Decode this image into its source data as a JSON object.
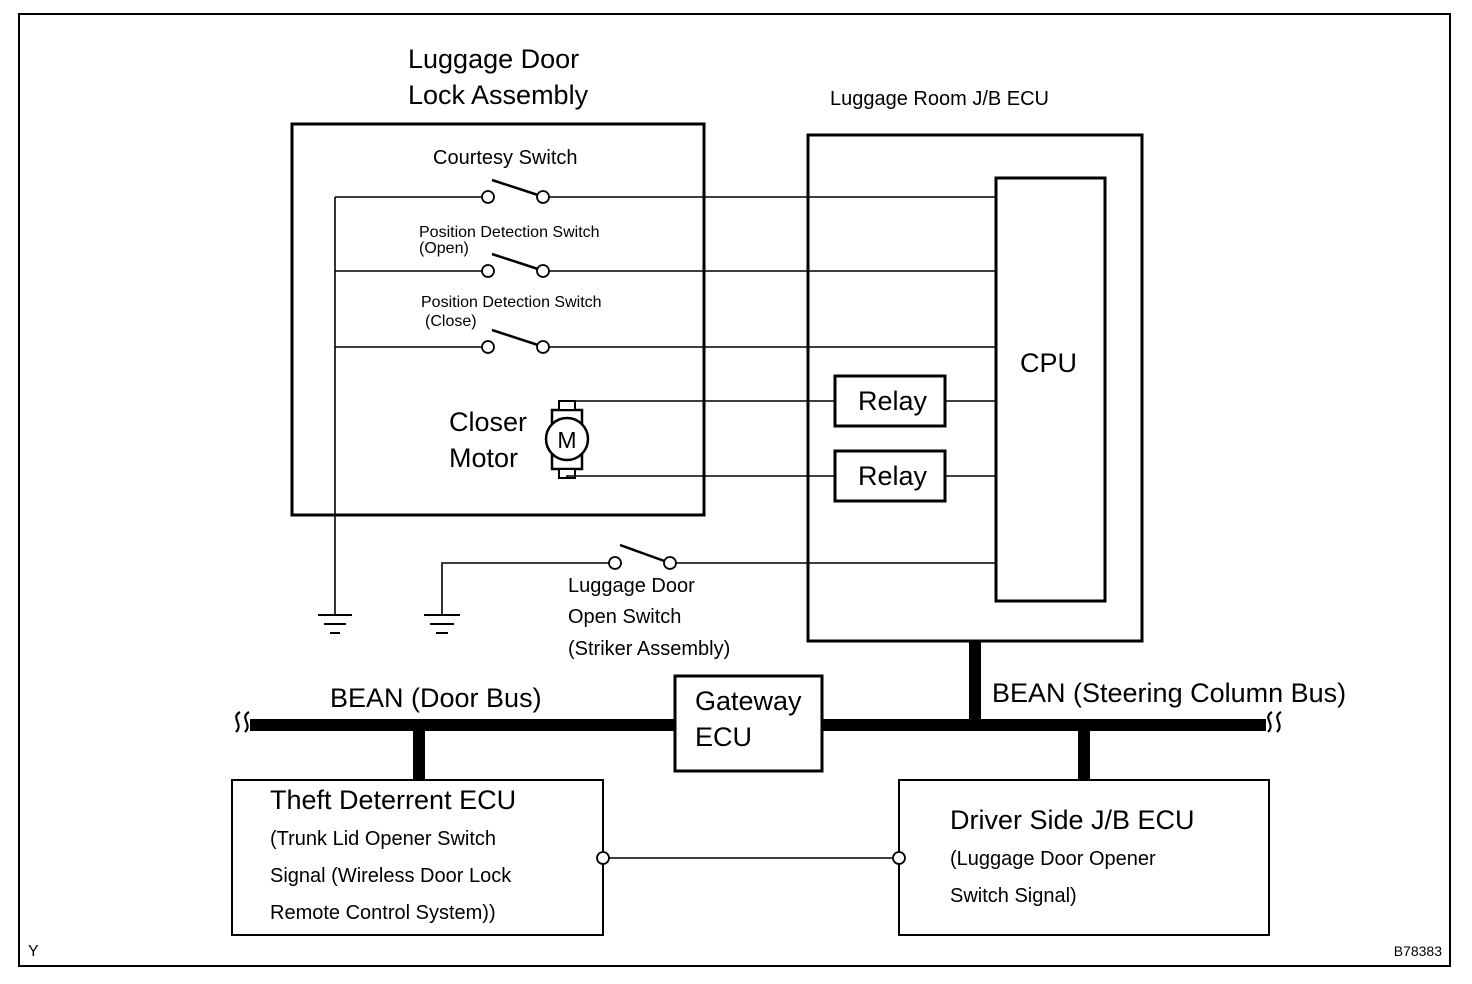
{
  "assembly": {
    "title_line1": "Luggage Door",
    "title_line2": "Lock Assembly"
  },
  "switches": {
    "courtesy": "Courtesy Switch",
    "pos_open_line1": "Position  Detection  Switch",
    "pos_open_line2": "(Open)",
    "pos_close_line1": "Position  Detection  Switch",
    "pos_close_line2": "(Close)"
  },
  "motor": {
    "label_line1": "Closer",
    "label_line2": "Motor",
    "symbol": "M"
  },
  "jb_ecu": {
    "title": "Luggage Room J/B ECU",
    "cpu": "CPU",
    "relay1": "Relay",
    "relay2": "Relay"
  },
  "striker": {
    "line1": "Luggage Door",
    "line2": "Open Switch",
    "line3": "(Striker Assembly)"
  },
  "buses": {
    "door": "BEAN (Door Bus)",
    "steering": "BEAN (Steering Column Bus)"
  },
  "gateway": {
    "line1": "Gateway",
    "line2": "ECU"
  },
  "theft_ecu": {
    "title": "Theft Deterrent ECU",
    "line1": "(Trunk  Lid  Opener  Switch",
    "line2": "Signal  (Wireless  Door  Lock",
    "line3": "Remote Control System))"
  },
  "driver_ecu": {
    "title": "Driver Side J/B ECU",
    "line1": "(Luggage Door Opener",
    "line2": "Switch Signal)"
  },
  "corner_left": "Y",
  "figure_code": "B78383"
}
